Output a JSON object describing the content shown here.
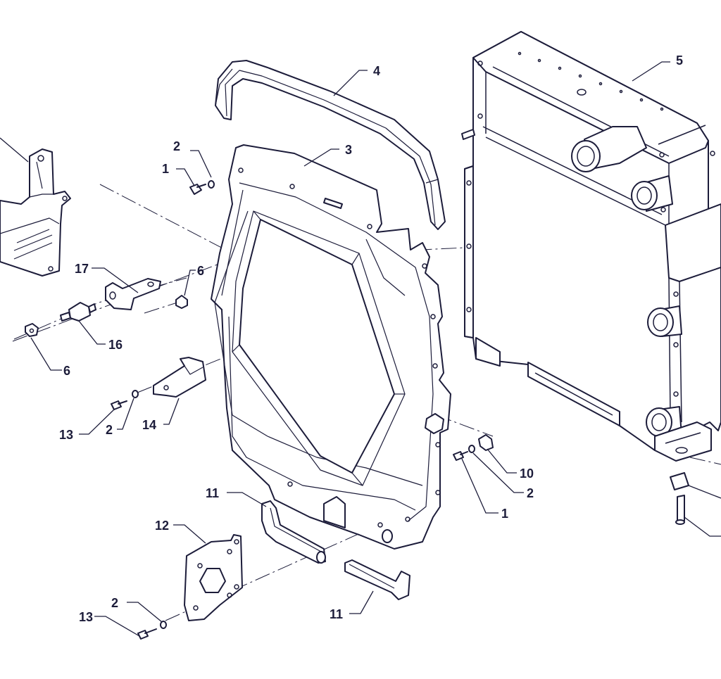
{
  "callouts": {
    "c1a": "1",
    "c1b": "1",
    "c2a": "2",
    "c2b": "2",
    "c2c": "2",
    "c2d": "2",
    "c3": "3",
    "c4": "4",
    "c5": "5",
    "c6a": "6",
    "c6b": "6",
    "c10": "10",
    "c11a": "11",
    "c11b": "11",
    "c12": "12",
    "c13a": "13",
    "c13b": "13",
    "c14": "14",
    "c16": "16",
    "c17": "17"
  },
  "colors": {
    "line": "#1c1c3a",
    "background": "#ffffff"
  }
}
